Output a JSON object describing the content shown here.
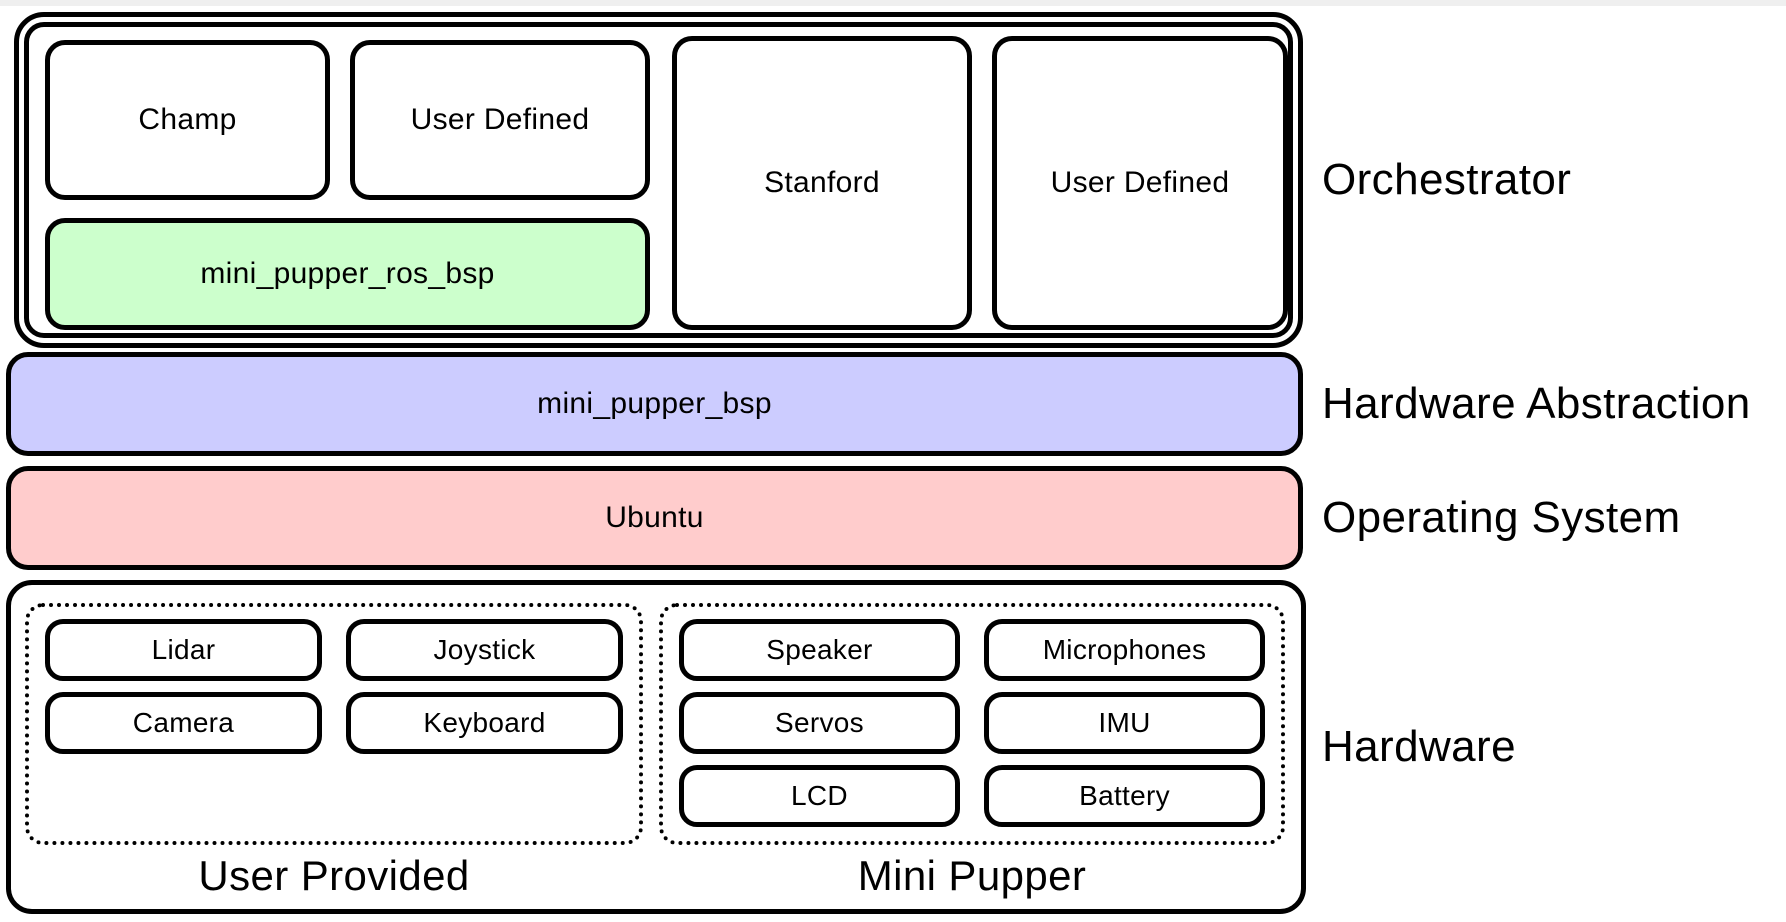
{
  "colors": {
    "green": "#ccffcc",
    "lavender": "#ccccff",
    "pink": "#ffcccc",
    "border": "#000000",
    "top_strip": "#efefef"
  },
  "orchestrator": {
    "label": "Orchestrator",
    "boxes": {
      "champ": "Champ",
      "user_defined_1": "User Defined",
      "stanford": "Stanford",
      "user_defined_2": "User Defined",
      "ros_bsp": "mini_pupper_ros_bsp"
    }
  },
  "hardware_abstraction": {
    "label": "Hardware Abstraction",
    "box": "mini_pupper_bsp"
  },
  "operating_system": {
    "label": "Operating System",
    "box": "Ubuntu"
  },
  "hardware": {
    "label": "Hardware",
    "user_provided": {
      "label": "User Provided",
      "items": [
        "Lidar",
        "Joystick",
        "Camera",
        "Keyboard"
      ]
    },
    "mini_pupper": {
      "label": "Mini Pupper",
      "items": [
        "Speaker",
        "Microphones",
        "Servos",
        "IMU",
        "LCD",
        "Battery"
      ]
    }
  }
}
